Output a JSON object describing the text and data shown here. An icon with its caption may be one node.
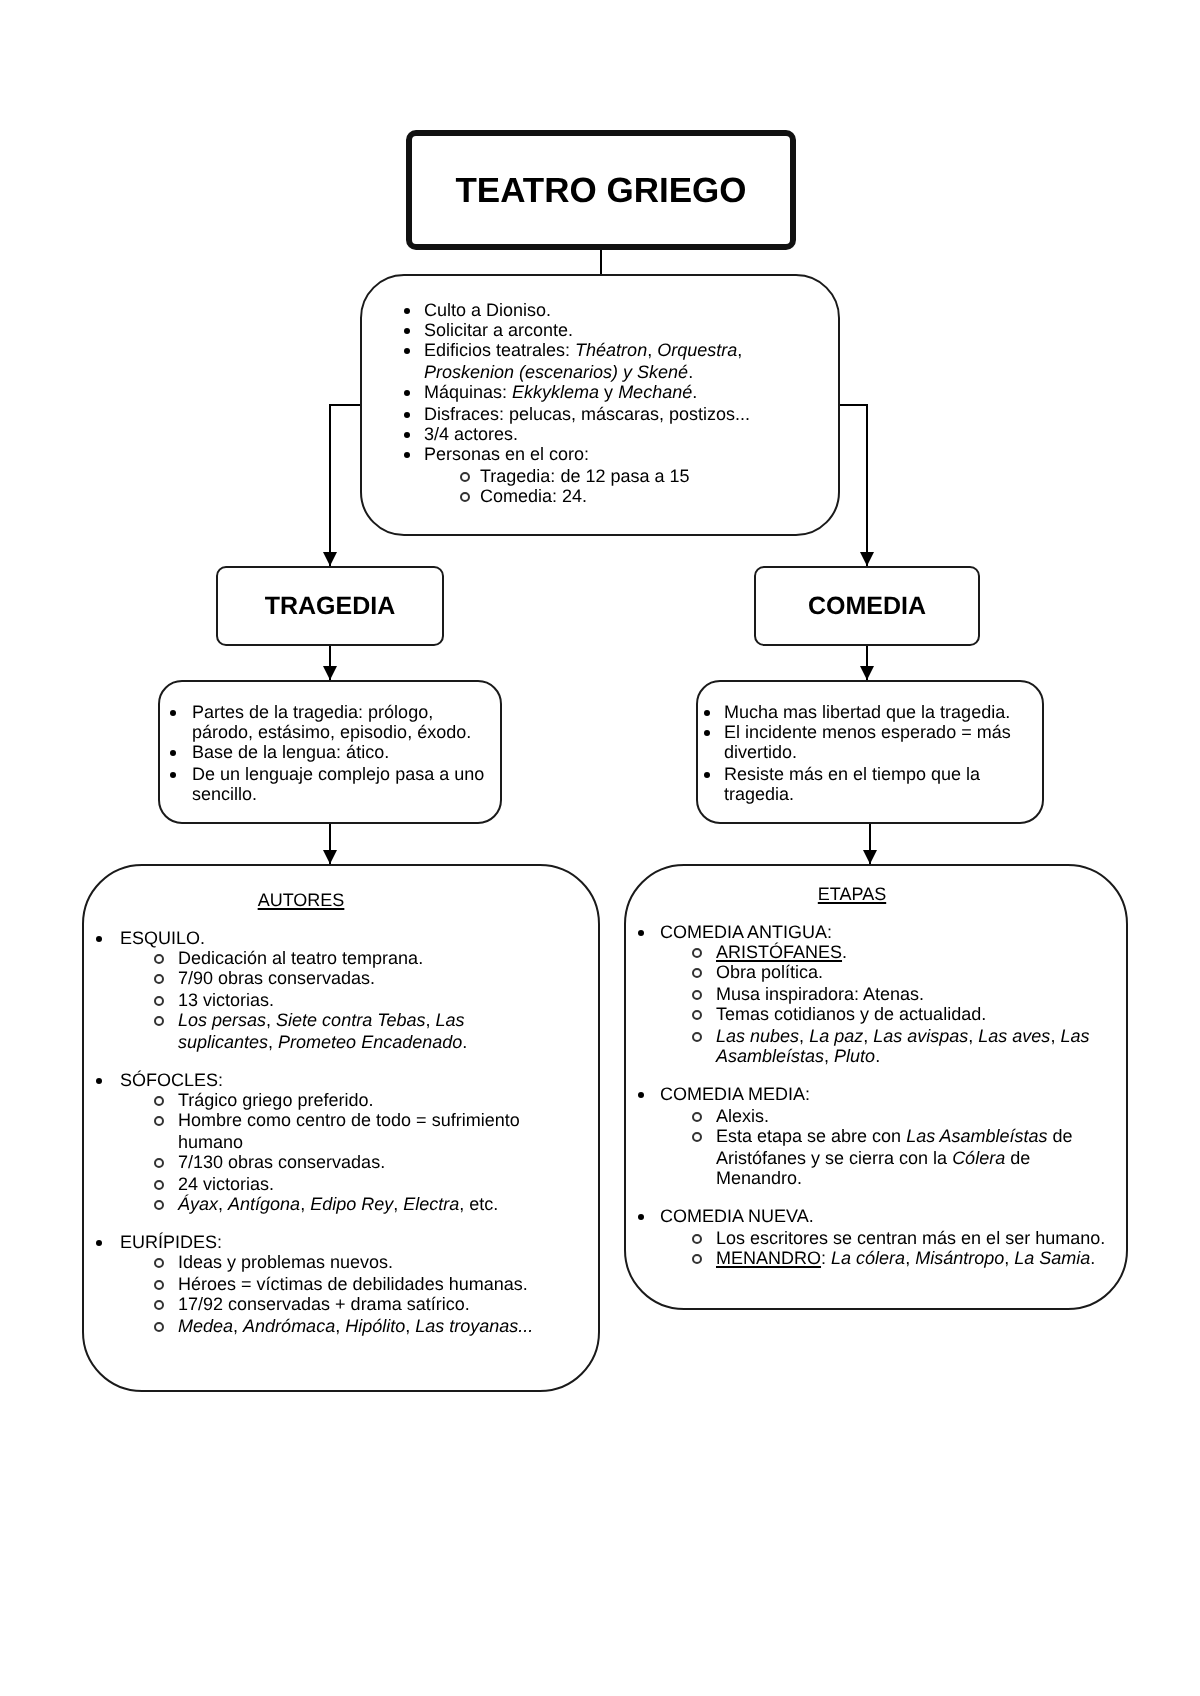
{
  "diagram": {
    "nodes": [
      {
        "text": [
          "TEATRO GRIEGO"
        ]
      },
      {
        "text": [
          "Culto a Dioniso.",
          "Solicitar a arconte.",
          "Edificios teatrales: *Théatron*, *Orquestra*, *Proskenion (escenarios) y Skené*.",
          "Máquinas: *Ekkyklema* y *Mechané*.",
          "Disfraces: pelucas, máscaras, postizos...",
          "3/4 actores.",
          "Personas en el coro:",
          "Tragedia: de 12 pasa a 15",
          "Comedia: 24."
        ]
      },
      {
        "text": [
          "TRAGEDIA"
        ]
      },
      {
        "text": [
          "COMEDIA"
        ]
      },
      {
        "text": [
          "Partes de la tragedia: prólogo, párodo, estásimo, episodio, éxodo.",
          "Base de la lengua: ático.",
          "De un lenguaje complejo pasa a uno sencillo."
        ]
      },
      {
        "text": [
          "Mucha mas libertad que la tragedia.",
          "El incidente menos esperado = más divertido.",
          "Resiste más en el tiempo que la tragedia."
        ]
      },
      {
        "text": [
          "AUTORES",
          "ESQUILO.",
          "Dedicación al teatro temprana.",
          "7/90 obras conservadas.",
          "13 victorias.",
          "*Los persas*, *Siete contra Tebas*, *Las suplicantes*, *Prometeo Encadenado*.",
          "SÓFOCLES:",
          "Trágico griego preferido.",
          "Hombre como centro de todo = sufrimiento humano",
          "7/130 obras conservadas.",
          "24 victorias.",
          "*Áyax*, *Antígona*, *Edipo Rey*, *Electra*, etc.",
          "EURÍPIDES:",
          "Ideas y problemas nuevos.",
          "Héroes = víctimas de debilidades humanas.",
          "17/92 conservadas + drama satírico.",
          "*Medea*, *Andrómaca*, *Hipólito*, *Las troyanas...*"
        ]
      },
      {
        "text": [
          "ETAPAS",
          "COMEDIA ANTIGUA:",
          "ARISTÓFANES.",
          "Obra política.",
          "Musa inspiradora: Atenas.",
          "Temas cotidianos y de actualidad.",
          "*Las nubes*, *La paz*, *Las avispas*, *Las aves*, *Las Asambleístas*, *Pluto*.",
          "COMEDIA MEDIA:",
          "Alexis.",
          "Esta etapa se abre con *Las Asambleístas* de Aristófanes y se cierra con la *Cólera* de Menandro.",
          "COMEDIA NUEVA.",
          "Los escritores se centran más en el ser humano.",
          "MENANDRO: *La cólera*, *Misántropo*, *La Samia*."
        ]
      }
    ],
    "edges": [
      {
        "from": 0,
        "to": 1,
        "arrow": "none"
      },
      {
        "from": 1,
        "to": 2,
        "arrow": "to"
      },
      {
        "from": 1,
        "to": 3,
        "arrow": "to"
      },
      {
        "from": 2,
        "to": 4,
        "arrow": "to"
      },
      {
        "from": 3,
        "to": 5,
        "arrow": "to"
      },
      {
        "from": 4,
        "to": 6,
        "arrow": "to"
      },
      {
        "from": 5,
        "to": 7,
        "arrow": "to"
      }
    ]
  }
}
